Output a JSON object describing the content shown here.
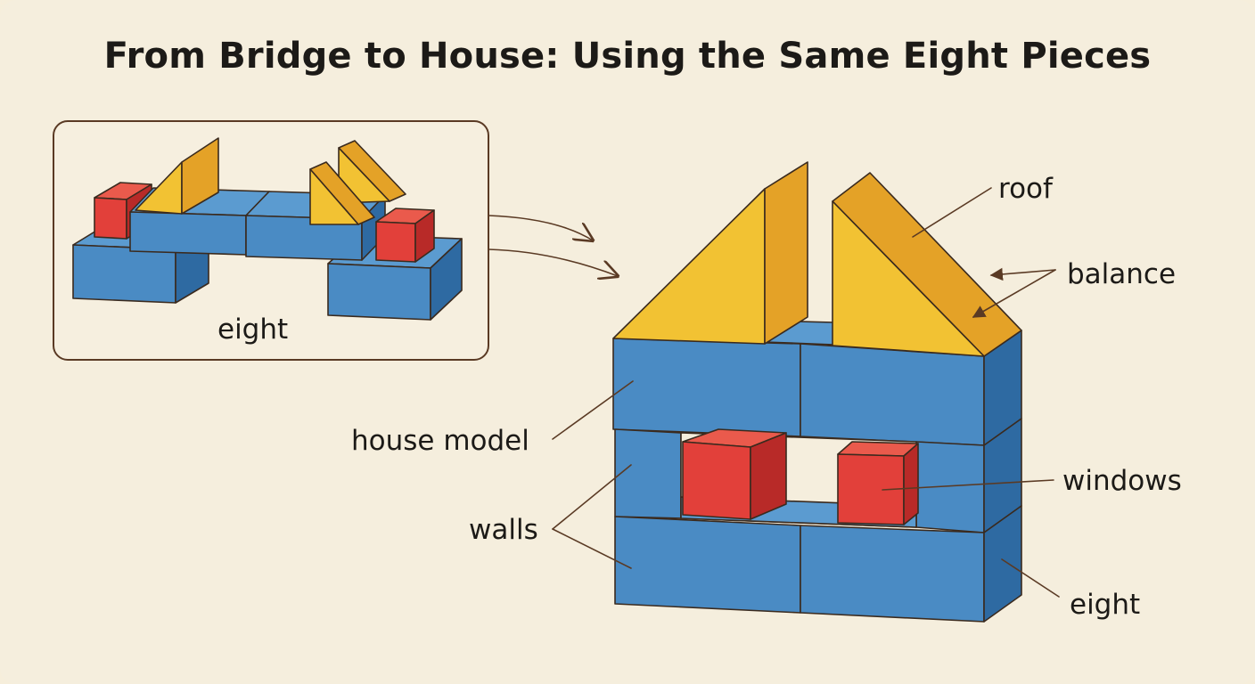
{
  "title": "From Bridge to House: Using the Same Eight Pieces",
  "labels": {
    "bridge_eight": "eight",
    "roof": "roof",
    "balance": "balance",
    "house_model": "house model",
    "windows": "windows",
    "walls": "walls",
    "house_eight": "eight"
  },
  "colors": {
    "background": "#f5eedd",
    "blue_block": "#4a8bc4",
    "yellow_block": "#f2c233",
    "red_block": "#e2403a",
    "outline": "#3a2a1e"
  }
}
